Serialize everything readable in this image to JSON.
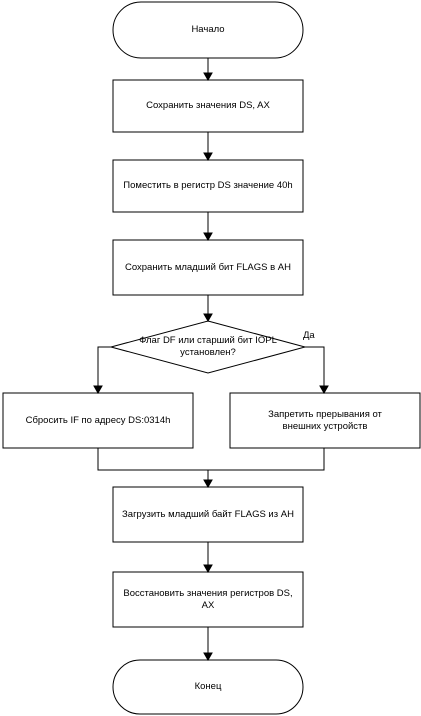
{
  "diagram": {
    "nodes": {
      "start": "Начало",
      "save_ds_ax": "Сохранить значения DS, AX",
      "load_ds_40h": "Поместить в регистр DS значение 40h",
      "save_flags_ah": "Сохранить младший бит FLAGS в AH",
      "decision": "Флаг DF или старший бит IOPL установлен?",
      "reset_if": "Сбросить IF по адресу DS:0314h",
      "disable_interrupts": "Запретить прерывания от внешних устройств",
      "load_flags": "Загрузить младший байт FLAGS из AH",
      "restore_regs": "Восстановить значения регистров DS, AX",
      "end": "Конец"
    },
    "edge_labels": {
      "yes": "Да"
    }
  }
}
